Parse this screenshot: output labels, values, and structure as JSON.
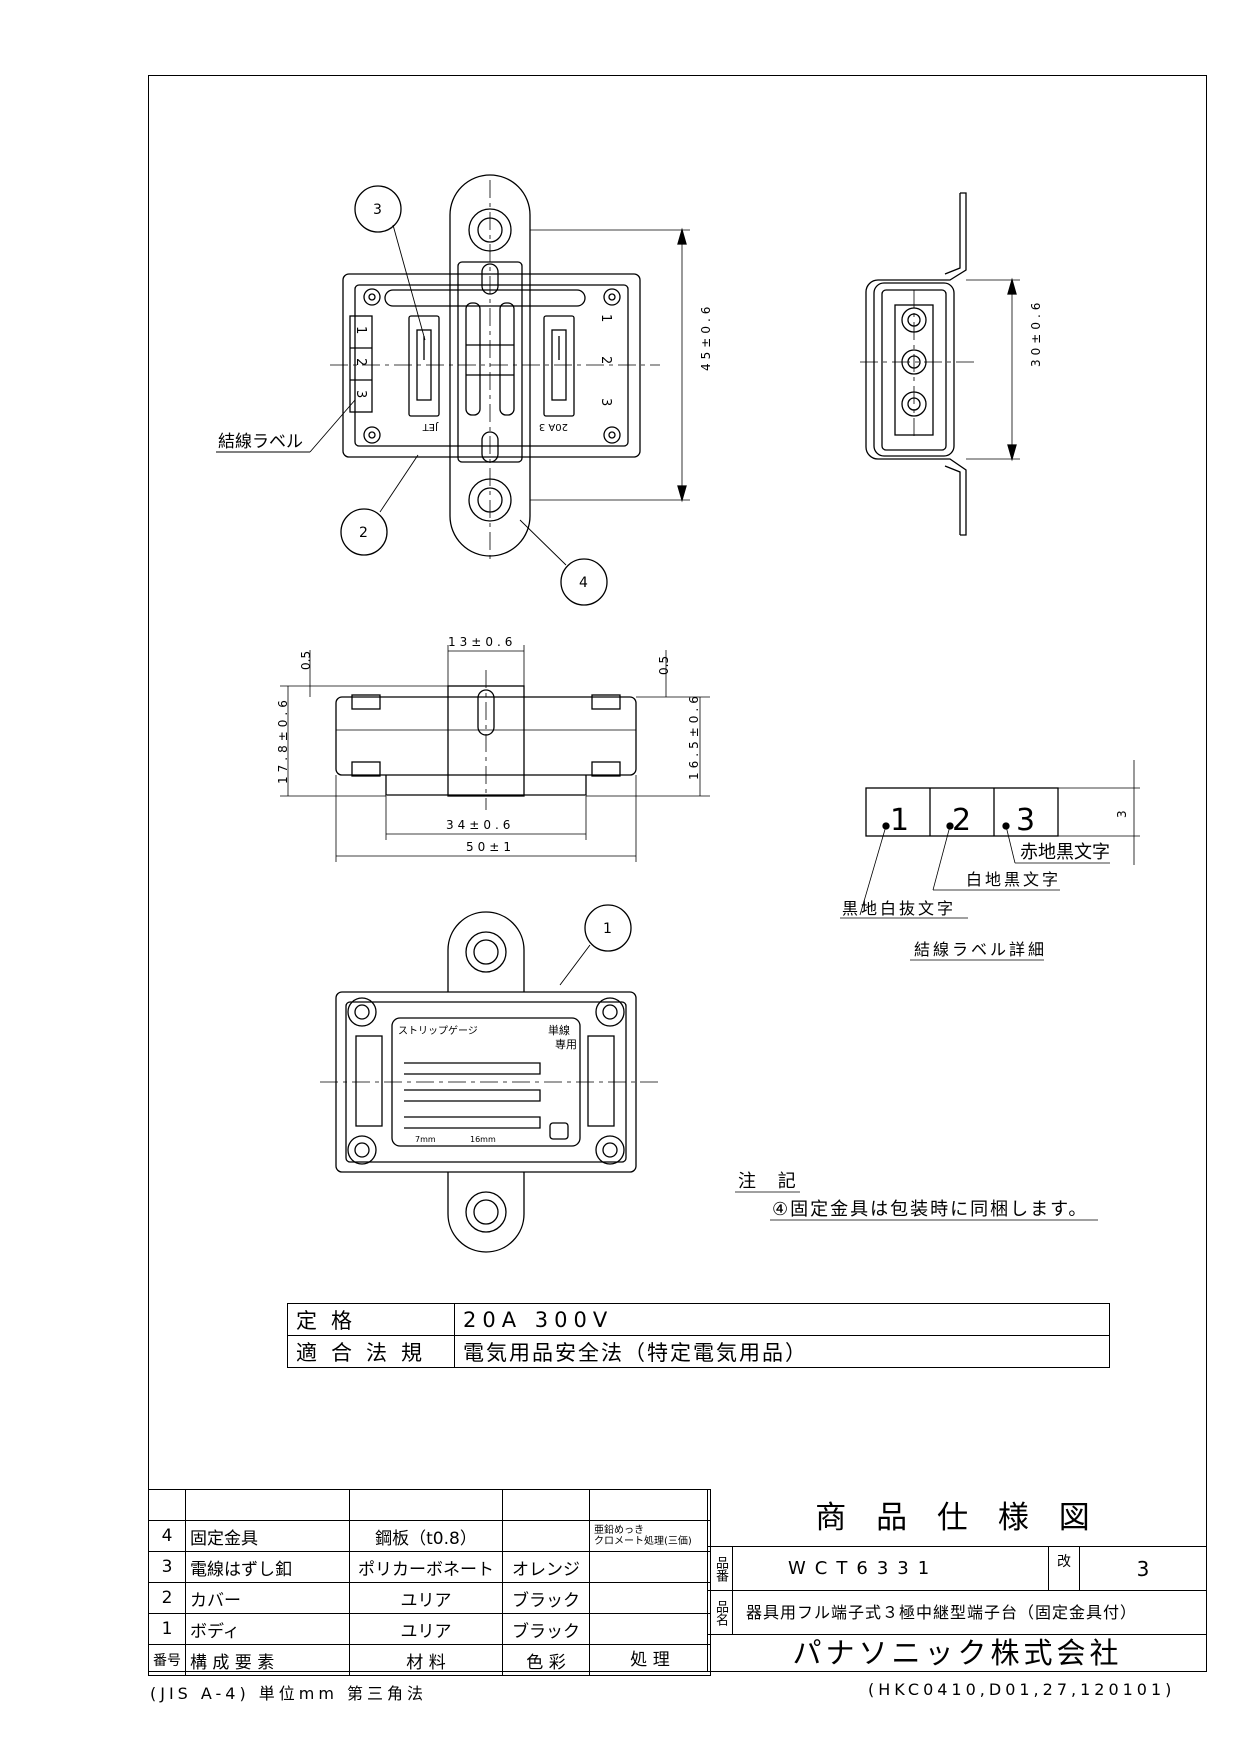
{
  "callouts": {
    "c1": "1",
    "c2": "2",
    "c3": "3",
    "c4": "4"
  },
  "labels": {
    "wiring_label": "結線ラベル",
    "red_black": "赤地黒文字",
    "white_black": "白地黒文字",
    "black_white": "黒地白抜文字",
    "label_detail": "結線ラベル詳細",
    "strip_gauge": "ストリップゲージ",
    "strip_gauge_tail": "単線",
    "strip_gauge_tail2": "専用",
    "strip_7": "7mm",
    "strip_16": "16mm",
    "jet": "JET",
    "rating_mark": "20A 3",
    "label_digits": [
      "1",
      "2",
      "3"
    ]
  },
  "dims": {
    "d45": "45±0.6",
    "d30": "30±0.6",
    "d13": "13±0.6",
    "d34": "34±0.6",
    "d50": "50±1",
    "d178": "17.8±0.6",
    "d165": "16.5±0.6",
    "d05a": "0.5",
    "d05b": "0.5",
    "d3": "3"
  },
  "notes": {
    "title": "注 記",
    "line1": "④固定金具は包装時に同梱します。"
  },
  "spec": [
    {
      "label": "定格",
      "value": "20A 300V"
    },
    {
      "label": "適合法規",
      "value": "電気用品安全法（特定電気用品）"
    }
  ],
  "bom": {
    "rows": [
      {
        "no": "4",
        "name": "固定金具",
        "material": "鋼板（t0.8）",
        "color": "",
        "treatment": "亜鉛めっき\nクロメート処理(三価)"
      },
      {
        "no": "3",
        "name": "電線はずし釦",
        "material": "ポリカーボネート",
        "color": "オレンジ",
        "treatment": ""
      },
      {
        "no": "2",
        "name": "カバー",
        "material": "ユリア",
        "color": "ブラック",
        "treatment": ""
      },
      {
        "no": "1",
        "name": "ボディ",
        "material": "ユリア",
        "color": "ブラック",
        "treatment": ""
      }
    ],
    "header": {
      "no": "番号",
      "name": "構 成 要 素",
      "material": "材 料",
      "color": "色 彩",
      "treatment": "処 理"
    }
  },
  "title_block": {
    "title": "商 品 仕 様 図",
    "part_no_label": "品番",
    "part_no": "WCT6331",
    "rev_label": "改",
    "rev": "3",
    "name_label": "品名",
    "name": "器具用フル端子式３極中継型端子台（固定金具付）",
    "company": "パナソニック株式会社"
  },
  "footer": {
    "left": "(JIS A-4) 単位mm 第三角法",
    "right": "(HKC0410,D01,27,120101)"
  }
}
